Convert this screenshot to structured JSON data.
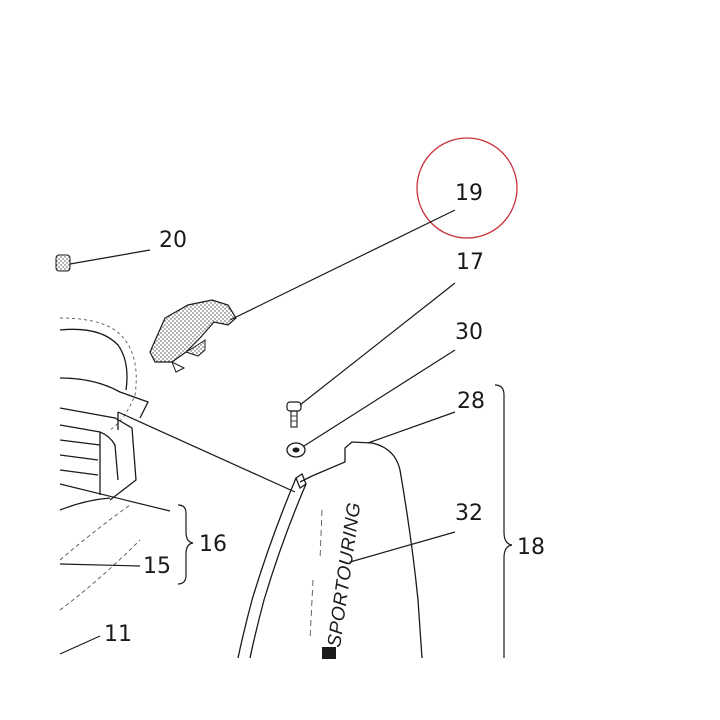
{
  "labels": {
    "l19": "19",
    "l20": "20",
    "l17": "17",
    "l30": "30",
    "l28": "28",
    "l32": "32",
    "l18": "18",
    "l16": "16",
    "l15": "15",
    "l11": "11"
  },
  "brand_text": "SPORTOURING",
  "colors": {
    "highlight_circle": "#c8323c",
    "ink": "#1a1a1a"
  }
}
